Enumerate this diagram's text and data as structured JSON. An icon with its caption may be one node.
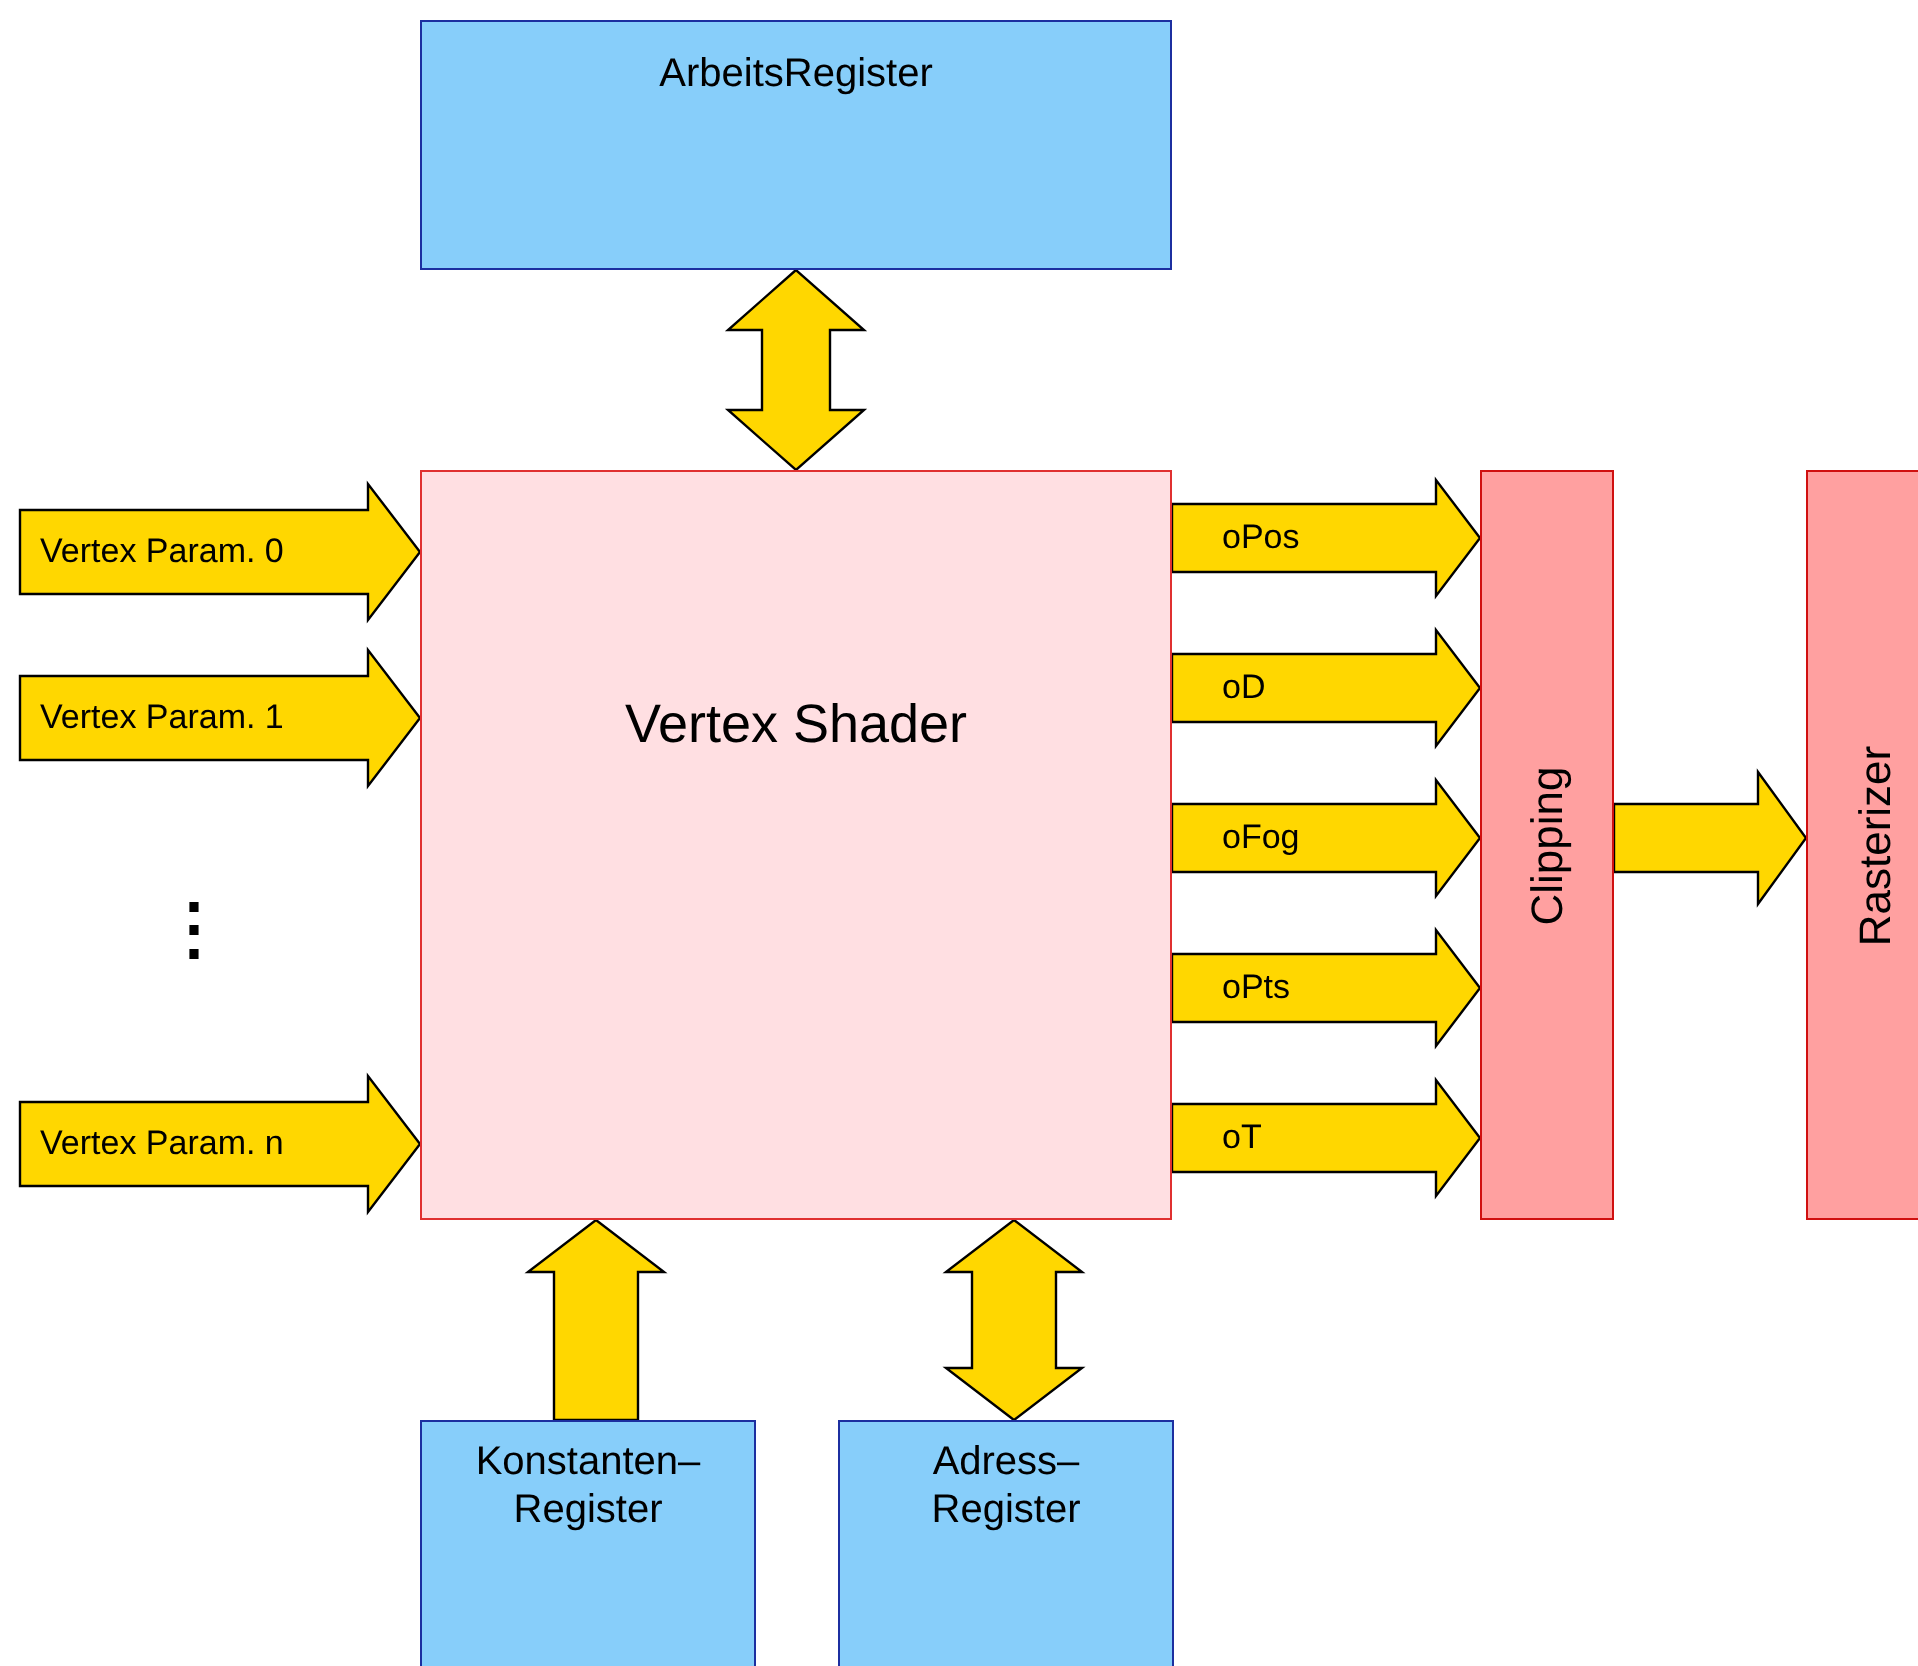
{
  "diagram": {
    "nodes": [
      {
        "text": [
          "ArbeitsRegister"
        ]
      },
      {
        "text": [
          "Vertex Shader"
        ]
      },
      {
        "text": [
          "Clipping"
        ]
      },
      {
        "text": [
          "Rasterizer"
        ]
      },
      {
        "text": [
          "Konstanten– Register"
        ]
      },
      {
        "text": [
          "Adress– Register"
        ]
      }
    ],
    "edges": [
      {
        "from": null,
        "to": 1,
        "arrow": "to",
        "label": "Vertex Param. 0",
        "style": "thick"
      },
      {
        "from": null,
        "to": 1,
        "arrow": "to",
        "label": "Vertex Param. 1",
        "style": "thick"
      },
      {
        "from": null,
        "to": 1,
        "arrow": "to",
        "label": "Vertex Param. n",
        "style": "thick"
      },
      {
        "from": 1,
        "to": 2,
        "arrow": "to",
        "label": "oPos",
        "style": "thick"
      },
      {
        "from": 1,
        "to": 2,
        "arrow": "to",
        "label": "oD",
        "style": "thick"
      },
      {
        "from": 1,
        "to": 2,
        "arrow": "to",
        "label": "oFog",
        "style": "thick"
      },
      {
        "from": 1,
        "to": 2,
        "arrow": "to",
        "label": "oPts",
        "style": "thick"
      },
      {
        "from": 1,
        "to": 2,
        "arrow": "to",
        "label": "oT",
        "style": "thick"
      },
      {
        "from": 2,
        "to": 3,
        "arrow": "to",
        "style": "thick"
      },
      {
        "from": 0,
        "to": 1,
        "arrow": "both",
        "style": "thick"
      },
      {
        "from": 4,
        "to": 1,
        "arrow": "to",
        "style": "thick"
      },
      {
        "from": 5,
        "to": 1,
        "arrow": "both",
        "style": "thick"
      }
    ],
    "labels": [
      "⋮"
    ]
  }
}
